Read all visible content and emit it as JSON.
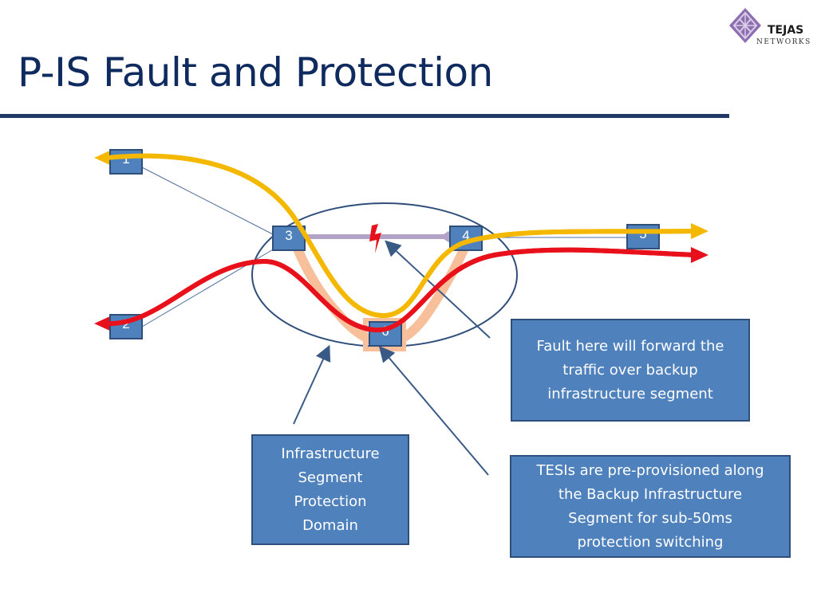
{
  "slide": {
    "title": "P-IS Fault and Protection"
  },
  "logo": {
    "name": "TEJAS",
    "sub": "NETWORKS",
    "icon": "diamond-knot-icon"
  },
  "nodes": [
    {
      "id": "1",
      "label": "1"
    },
    {
      "id": "2",
      "label": "2"
    },
    {
      "id": "3",
      "label": "3"
    },
    {
      "id": "4",
      "label": "4"
    },
    {
      "id": "5",
      "label": "5"
    },
    {
      "id": "6",
      "label": "6"
    }
  ],
  "callouts": {
    "domain": "Infrastructure\nSegment\nProtection\nDomain",
    "fault": "Fault here will forward the\ntraffic over backup\ninfrastructure segment",
    "tesi": "TESIs are pre-provisioned along\nthe Backup Infrastructure\nSegment for sub-50ms\nprotection switching"
  },
  "colors": {
    "title": "#0f2a5e",
    "node_fill": "#4f81bd",
    "yellow_path": "#f5b800",
    "red_path": "#e8101a",
    "backup_segment": "#f7bf9a",
    "primary_link": "#b3a2c7",
    "fault_icon": "#e8101a"
  }
}
